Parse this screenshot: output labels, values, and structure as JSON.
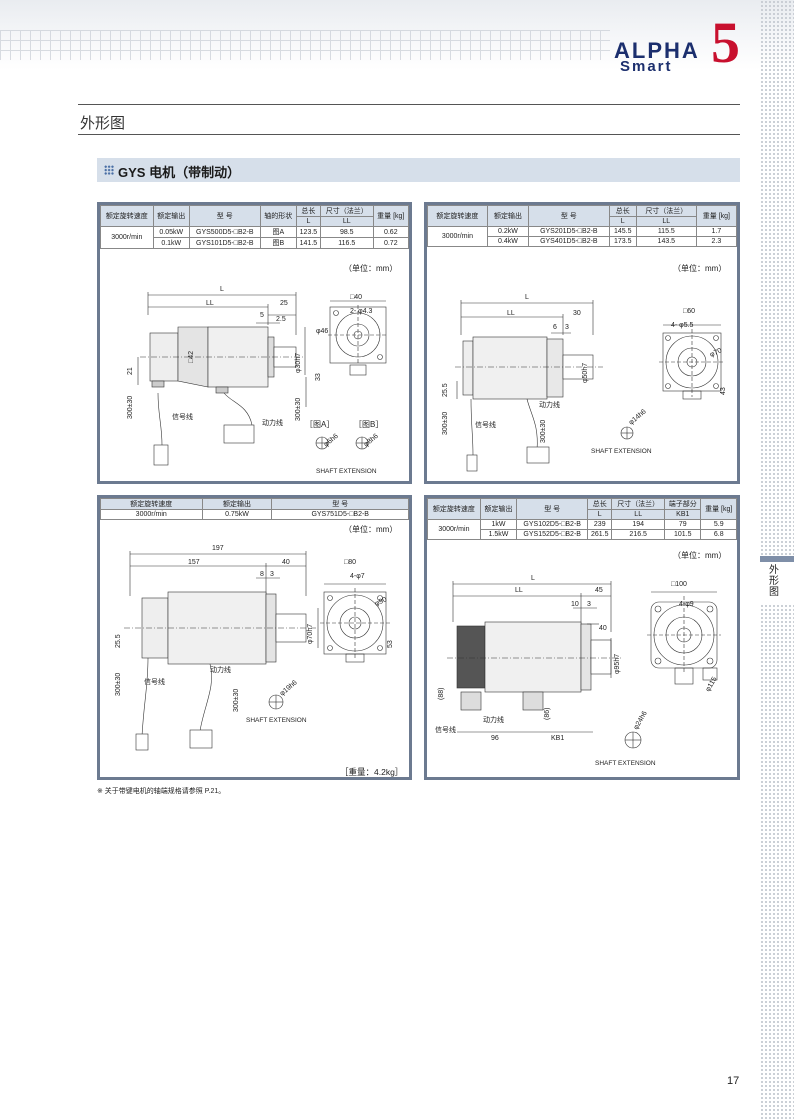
{
  "logo": {
    "alpha": "ALPHA",
    "smart": "Smart",
    "five": "5"
  },
  "side_tab": {
    "label": "外形图"
  },
  "page": {
    "title": "外形图",
    "section": "GYS 电机（带制动）",
    "page_number": "17",
    "note": "※ 关于带键电机的轴端规格请参照 P.21。"
  },
  "panels": {
    "p1": {
      "headers": [
        "额定旋转速度",
        "额定输出",
        "型 号",
        "轴的形状",
        "总长",
        "尺寸（法兰）",
        "重量 [kg]"
      ],
      "subheaders": [
        "L",
        "LL"
      ],
      "speed": "3000r/min",
      "rows": [
        {
          "output": "0.05kW",
          "model": "GYS500D5-□B2-B",
          "shape": "图A",
          "L": "123.5",
          "LL": "98.5",
          "weight": "0.62"
        },
        {
          "output": "0.1kW",
          "model": "GYS101D5-□B2-B",
          "shape": "图B",
          "L": "141.5",
          "LL": "116.5",
          "weight": "0.72"
        }
      ],
      "unit": "（单位：mm）",
      "labels": {
        "L": "L",
        "LL": "LL",
        "d25": "25",
        "d5": "5",
        "d2_5": "2.5",
        "sq40": "□40",
        "holes": "2- φ4.3",
        "d46": "φ46",
        "shaft": "φ30h7",
        "sq42": "□42",
        "d21": "21",
        "d33": "33",
        "cable1": "300±30",
        "cable2": "300±30",
        "signal": "信号线",
        "power": "动力线",
        "figA": "［图A］",
        "figB": "［图B］",
        "s6": "φ6h6",
        "s8": "φ8h6",
        "shaftext": "SHAFT EXTENSION"
      }
    },
    "p2": {
      "headers": [
        "额定旋转速度",
        "额定输出",
        "型 号",
        "总长",
        "尺寸（法兰）",
        "重量 [kg]"
      ],
      "subheaders": [
        "L",
        "LL"
      ],
      "speed": "3000r/min",
      "rows": [
        {
          "output": "0.2kW",
          "model": "GYS201D5-□B2-B",
          "L": "145.5",
          "LL": "115.5",
          "weight": "1.7"
        },
        {
          "output": "0.4kW",
          "model": "GYS401D5-□B2-B",
          "L": "173.5",
          "LL": "143.5",
          "weight": "2.3"
        }
      ],
      "unit": "（单位：mm）",
      "labels": {
        "L": "L",
        "LL": "LL",
        "d30": "30",
        "d6": "6",
        "d3": "3",
        "sq60": "□60",
        "holes": "4- φ5.5",
        "d70": "φ70",
        "shaft": "φ50h7",
        "d25_5": "25.5",
        "d43": "43",
        "cable1": "300±30",
        "cable2": "300±30",
        "signal": "信号线",
        "power": "动力线",
        "s14": "φ14h6",
        "shaftext": "SHAFT EXTENSION"
      }
    },
    "p3": {
      "headers": [
        "额定旋转速度",
        "额定输出",
        "型 号"
      ],
      "speed": "3000r/min",
      "output": "0.75kW",
      "model": "GYS751D5-□B2-B",
      "unit": "（单位：mm）",
      "weight_note": "［重量：4.2kg］",
      "labels": {
        "d197": "197",
        "d157": "157",
        "d40": "40",
        "d8": "8",
        "d3": "3",
        "sq80": "□80",
        "holes": "4-φ7",
        "d90": "φ90",
        "shaft": "φ70h7",
        "d25_5": "25.5",
        "d53": "53",
        "cable1": "300±30",
        "cable2": "300±30",
        "signal": "信号线",
        "power": "动力线",
        "s19": "φ19h6",
        "shaftext": "SHAFT EXTENSION"
      }
    },
    "p4": {
      "headers": [
        "额定旋转速度",
        "额定输出",
        "型 号",
        "总长",
        "尺寸（法兰）",
        "端子部分",
        "重量 [kg]"
      ],
      "subheaders": [
        "L",
        "LL",
        "KB1"
      ],
      "speed": "3000r/min",
      "rows": [
        {
          "output": "1kW",
          "model": "GYS102D5-□B2-B",
          "L": "239",
          "LL": "194",
          "KB1": "79",
          "weight": "5.9"
        },
        {
          "output": "1.5kW",
          "model": "GYS152D5-□B2-B",
          "L": "261.5",
          "LL": "216.5",
          "KB1": "101.5",
          "weight": "6.8"
        }
      ],
      "unit": "（单位：mm）",
      "labels": {
        "L": "L",
        "LL": "LL",
        "d45": "45",
        "d10": "10",
        "d3": "3",
        "d40": "40",
        "sq100": "□100",
        "holes": "4-φ9",
        "d115": "φ115",
        "shaft": "φ95h7",
        "d88": "(88)",
        "d86": "(86)",
        "d96": "96",
        "kb1": "KB1",
        "signal": "信号线",
        "power": "动力线",
        "s24": "φ24h6",
        "shaftext": "SHAFT EXTENSION"
      }
    }
  }
}
